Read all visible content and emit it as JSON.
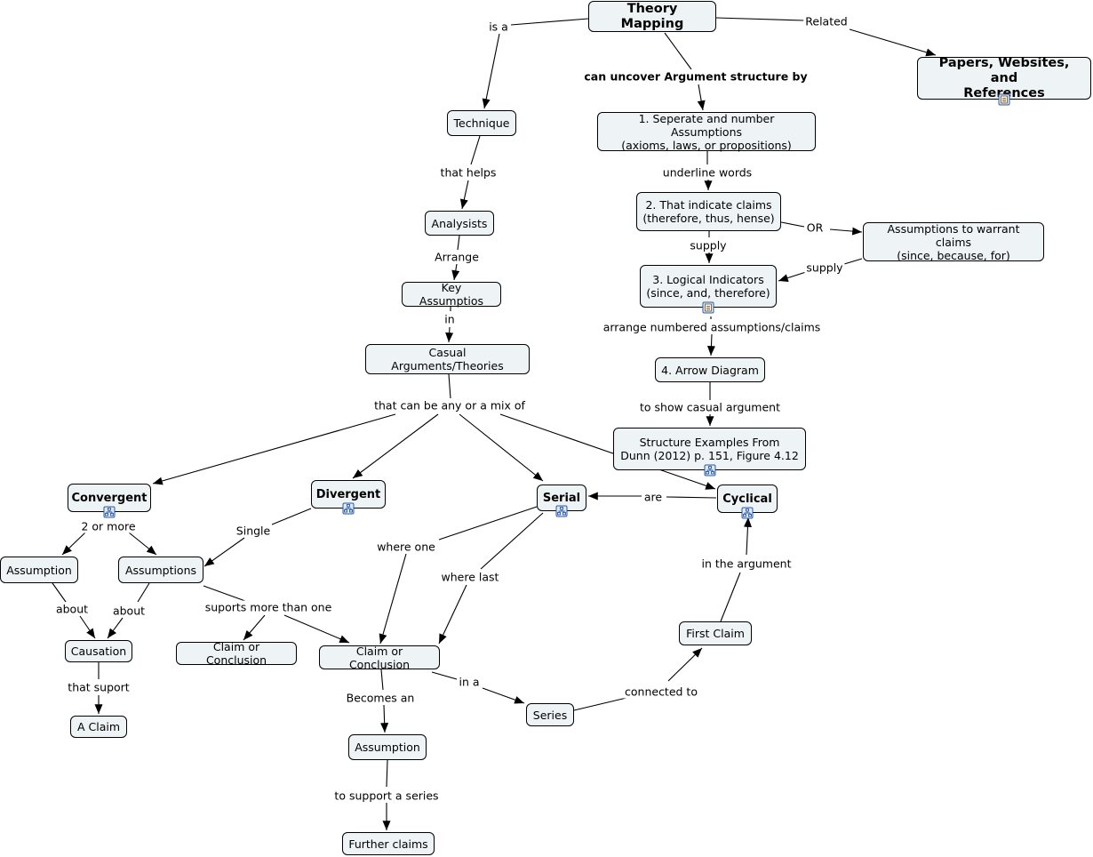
{
  "nodes": {
    "theory_mapping": "Theory Mapping",
    "papers": "Papers, Websites, and\nReferences",
    "technique": "Technique",
    "analysists": "Analysists",
    "key_assumptios": "Key Assumptios",
    "casual_args": "Casual Arguments/Theories",
    "step1": "1. Seperate and number Assumptions\n(axioms, laws, or propositions)",
    "step2": "2. That indicate claims\n(therefore, thus, hense)",
    "assumptions_warrant": "Assumptions to warrant claims\n(since, because, for)",
    "step3": "3. Logical Indicators\n(since, and, therefore)",
    "step4": "4. Arrow Diagram",
    "structure_examples": "Structure Examples From\nDunn (2012) p. 151, Figure 4.12",
    "convergent": "Convergent",
    "divergent": "Divergent",
    "serial": "Serial",
    "cyclical": "Cyclical",
    "assumption_left": "Assumption",
    "assumptions_mid": "Assumptions",
    "causation": "Causation",
    "a_claim": "A Claim",
    "claim_conclusion_left": "Claim or Conclusion",
    "claim_conclusion_main": "Claim or Conclusion",
    "assumption_bottom": "Assumption",
    "further_claims": "Further claims",
    "series": "Series",
    "first_claim": "First Claim"
  },
  "links": {
    "is_a": "is a",
    "related": "Related",
    "can_uncover": "can uncover Argument structure by",
    "that_helps": "that helps",
    "arrange": "Arrange",
    "in": "in",
    "that_can_be": "that can be any or a mix of",
    "underline_words": "underline words",
    "or": "OR",
    "supply_1": "supply",
    "supply_2": "supply",
    "arrange_numbered": "arrange numbered assumptions/claims",
    "to_show": "to show casual argument",
    "are": "are",
    "two_or_more": "2 or more",
    "single": "Single",
    "about_1": "about",
    "about_2": "about",
    "that_suport": "that suport",
    "suports_more": "suports more than one",
    "where_one": "where one",
    "where_last": "where last",
    "in_the_argument": "in the argument",
    "becomes_an": "Becomes an",
    "in_a": "in a",
    "connected_to": "connected to",
    "to_support_series": "to support a series"
  },
  "colors": {
    "node_fill": "#eef3f5",
    "node_border": "#000000",
    "icon_blue": "#2a5aa8"
  },
  "icons": [
    "document-icon",
    "concept-map-icon"
  ]
}
